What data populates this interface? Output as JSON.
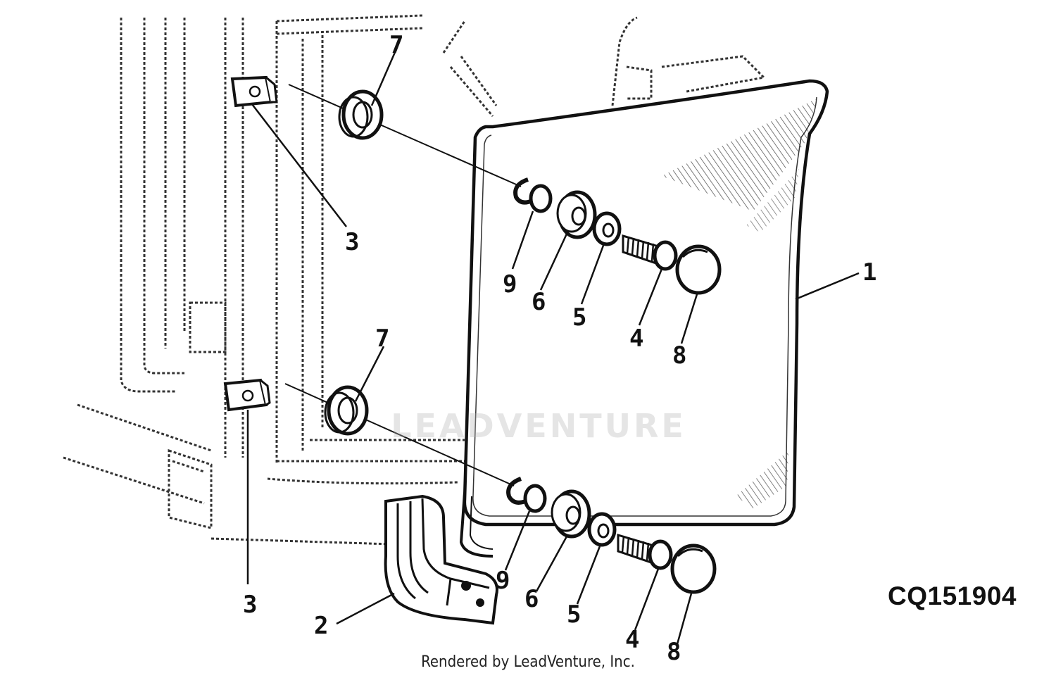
{
  "diagram": {
    "part_code": "CQ151904",
    "credit": "Rendered by LeadVenture, Inc.",
    "watermark": "LEADVENTURE",
    "callouts": {
      "c1": "1",
      "c2": "2",
      "c3_top": "3",
      "c3_bottom": "3",
      "c4_top": "4",
      "c4_bottom": "4",
      "c5_top": "5",
      "c5_bottom": "5",
      "c6_top": "6",
      "c6_bottom": "6",
      "c7_top": "7",
      "c7_bottom": "7",
      "c8_top": "8",
      "c8_bottom": "8",
      "c9_top": "9",
      "c9_bottom": "9"
    }
  }
}
